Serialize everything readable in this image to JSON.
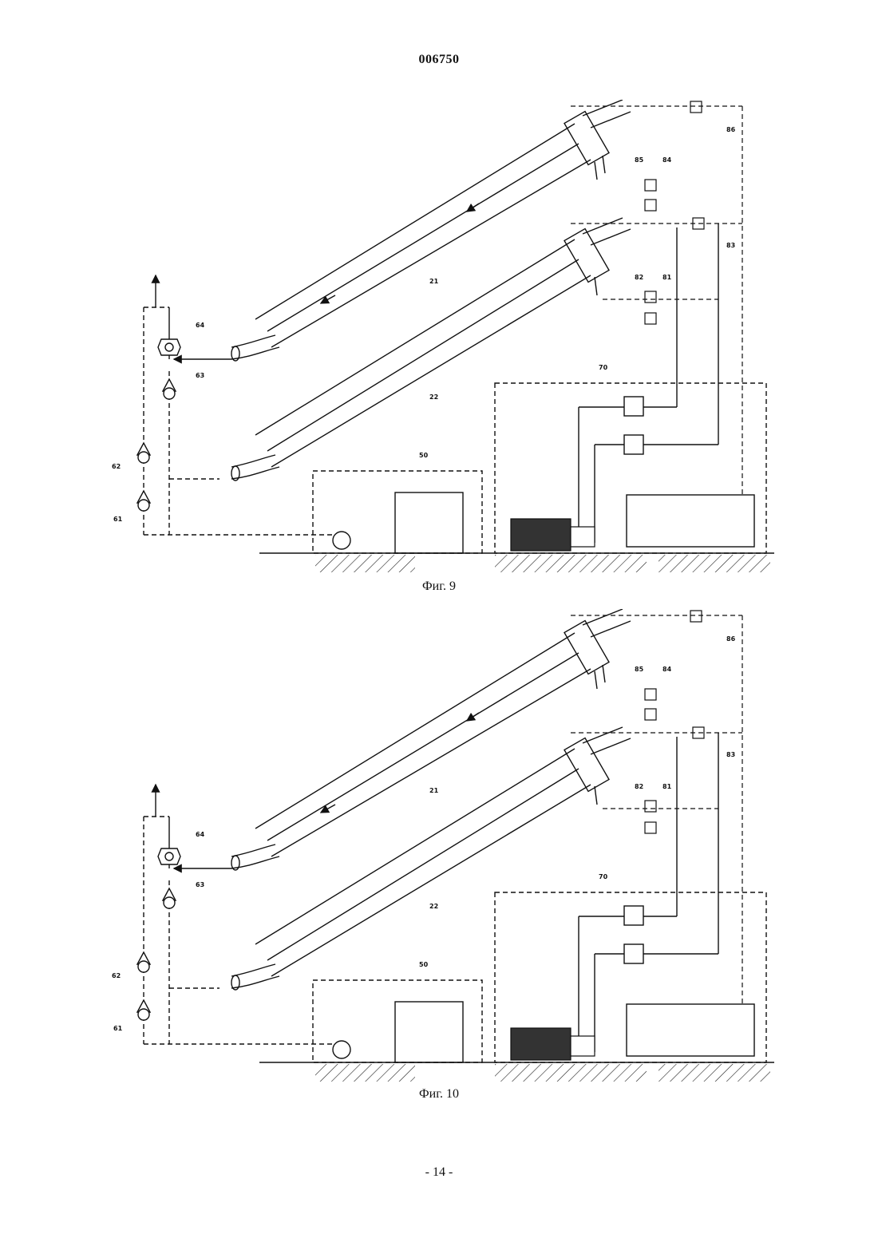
{
  "header": {
    "doc_number": "006750"
  },
  "figures": [
    {
      "caption": "Фиг. 9",
      "labels": {
        "l21": "21",
        "l22": "22",
        "l50": "50",
        "l61": "61",
        "l62": "62",
        "l63": "63",
        "l64": "64",
        "l70": "70",
        "l81": "81",
        "l82": "82",
        "l83": "83",
        "l84": "84",
        "l85": "85",
        "l86": "86"
      }
    },
    {
      "caption": "Фиг. 10",
      "labels": {
        "l21": "21",
        "l22": "22",
        "l50": "50",
        "l61": "61",
        "l62": "62",
        "l63": "63",
        "l64": "64",
        "l70": "70",
        "l81": "81",
        "l82": "82",
        "l83": "83",
        "l84": "84",
        "l85": "85",
        "l86": "86"
      }
    }
  ],
  "footer": {
    "page_number": "- 14 -"
  }
}
